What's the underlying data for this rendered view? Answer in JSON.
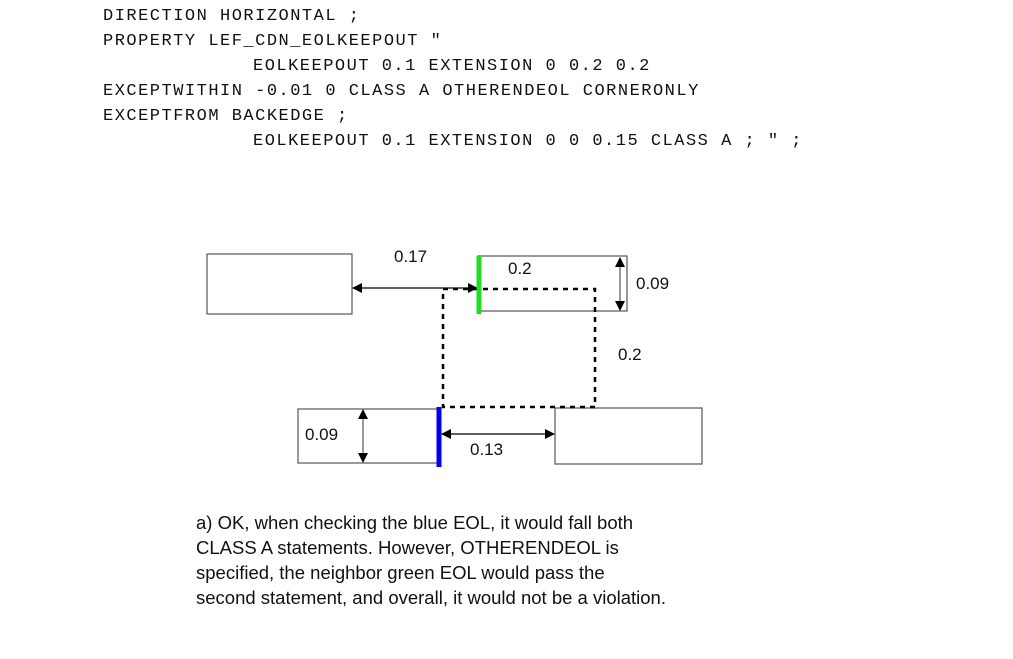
{
  "code_lines": [
    "DIRECTION HORIZONTAL ;",
    "PROPERTY LEF_CDN_EOLKEEPOUT \"",
    "EOLKEEPOUT 0.1 EXTENSION 0 0.2 0.2",
    "EXCEPTWITHIN -0.01 0 CLASS A OTHERENDEOL CORNERONLY",
    "EXCEPTFROM BACKEDGE ;",
    "EOLKEEPOUT 0.1 EXTENSION 0 0 0.15 CLASS A ; \" ;"
  ],
  "diagram": {
    "labels": {
      "spacing_top": "0.17",
      "extension_top": "0.2",
      "width_green": "0.09",
      "extension_side": "0.2",
      "width_blue": "0.09",
      "spacing_bottom": "0.13"
    },
    "colors": {
      "green_eol": "#22dd22",
      "blue_eol": "#0000ee"
    }
  },
  "caption_lines": [
    "a) OK, when checking the blue EOL, it would fall both",
    "CLASS A statements. However, OTHERENDEOL is",
    "specified, the neighbor green EOL would pass the",
    "second statement, and overall, it would not be a violation."
  ]
}
